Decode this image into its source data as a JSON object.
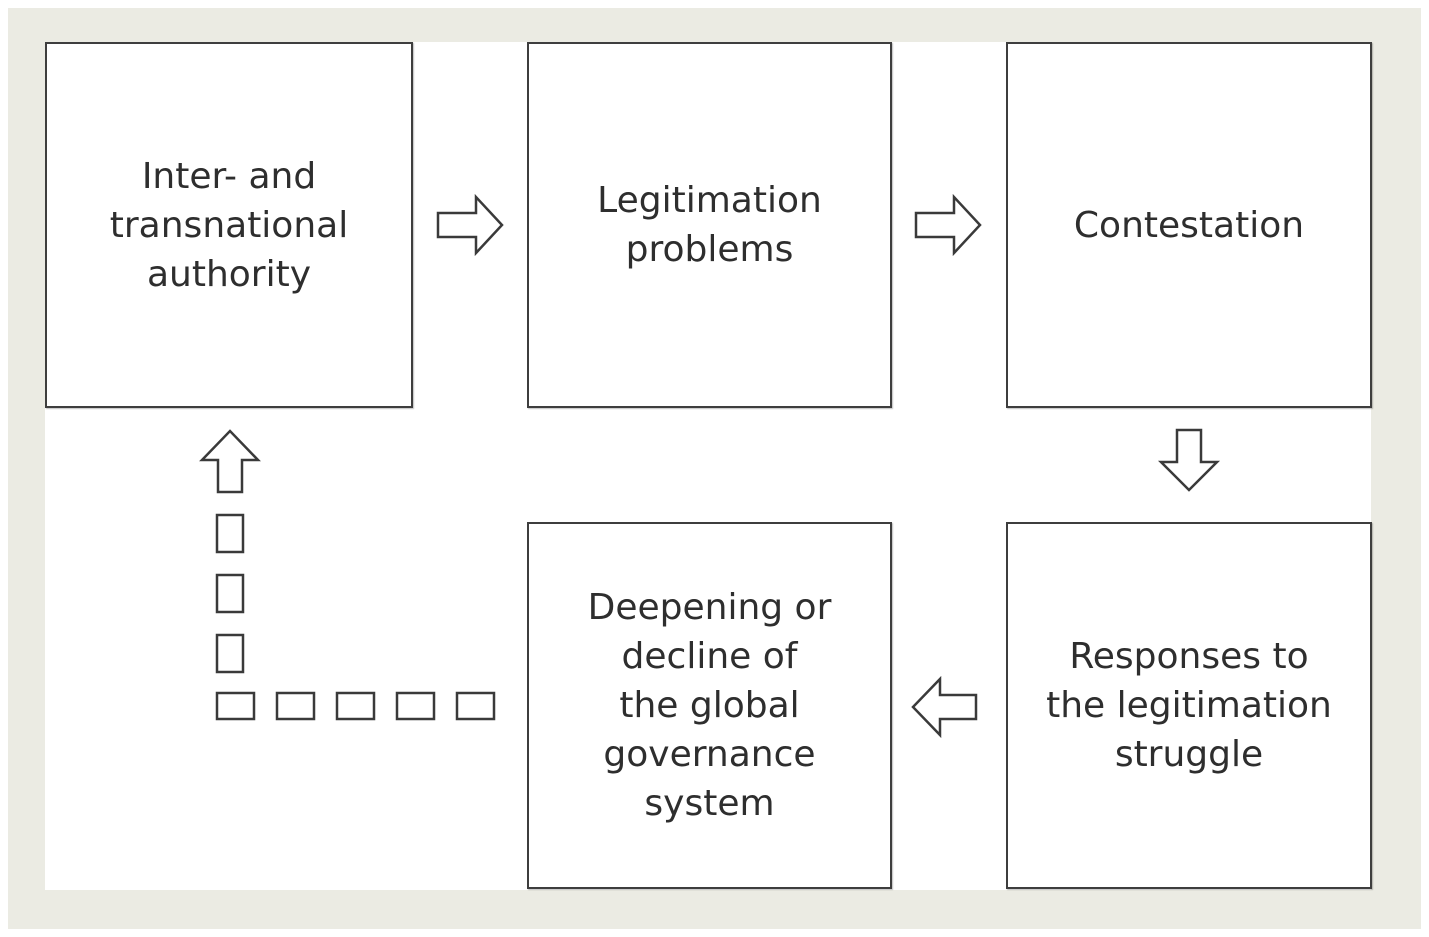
{
  "diagram": {
    "boxes": {
      "authority": "Inter- and\ntransnational\nauthority",
      "legitimation_problems": "Legitimation\nproblems",
      "contestation": "Contestation",
      "responses": "Responses to\nthe legitimation\nstruggle",
      "deepening": "Deepening or\ndecline of\nthe global\ngovernance\nsystem"
    },
    "colors": {
      "frame": "#ebebe3",
      "panel": "#ffffff",
      "border": "#3e3e3e",
      "text": "#2e2e2e"
    }
  }
}
